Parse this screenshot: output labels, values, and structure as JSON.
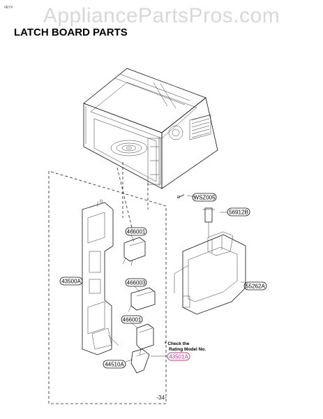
{
  "header": {
    "corner_tag": "#EY#",
    "watermark": "AppliancePartsPros.com",
    "title": "LATCH BOARD PARTS"
  },
  "parts": [
    {
      "id": "wsz",
      "label": "WSZ005"
    },
    {
      "id": "p56912",
      "label": "56912B"
    },
    {
      "id": "p466001a",
      "label": "466001"
    },
    {
      "id": "p43500",
      "label": "43500A"
    },
    {
      "id": "p466003",
      "label": "466003"
    },
    {
      "id": "p55262",
      "label": "55262A"
    },
    {
      "id": "p466001b",
      "label": "466001"
    },
    {
      "id": "p44510",
      "label": "44510A"
    },
    {
      "id": "p43501",
      "label": "43501A"
    }
  ],
  "note": {
    "line1": "* Check the",
    "line2": "Rating Model No."
  },
  "colors": {
    "highlight": "#c8388c",
    "ink": "#111111",
    "watermark": "#d8d8d8"
  },
  "footer": {
    "page_number": "-34-"
  }
}
